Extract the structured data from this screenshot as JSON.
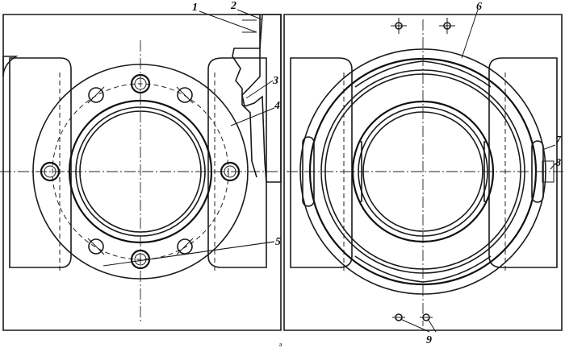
{
  "callouts": {
    "c1": "1",
    "c2": "2",
    "c3": "3",
    "c4": "4",
    "c5": "5",
    "c6": "6",
    "c7": "7",
    "c8": "8",
    "c9": "9"
  },
  "footer_mark": "a"
}
